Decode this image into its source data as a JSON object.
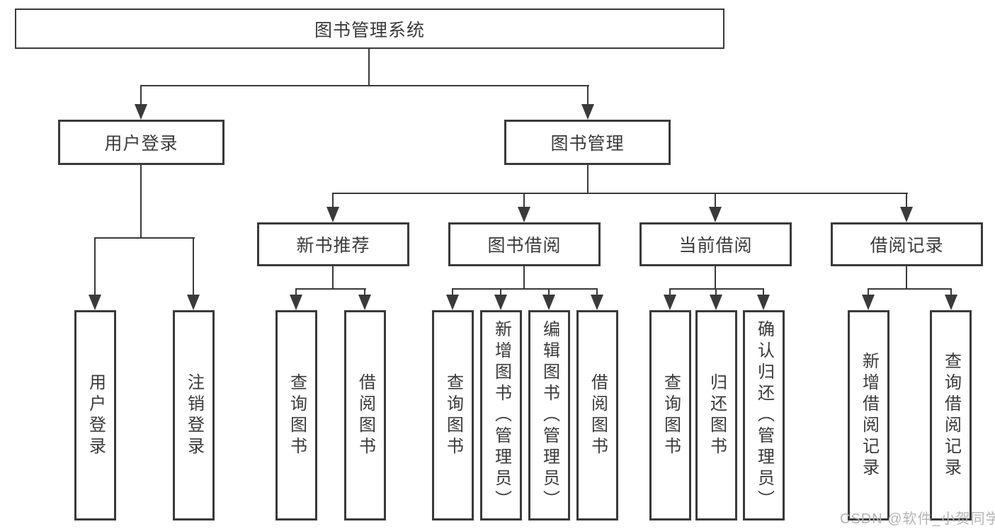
{
  "diagram_title": "图书管理系统",
  "tree": {
    "root": {
      "label": "图书管理系统"
    },
    "branches": [
      {
        "label": "用户登录",
        "children": [
          {
            "label": "用户登录"
          },
          {
            "label": "注销登录"
          }
        ]
      },
      {
        "label": "图书管理",
        "children": [
          {
            "label": "新书推荐",
            "children": [
              {
                "label": "查询图书"
              },
              {
                "label": "借阅图书"
              }
            ]
          },
          {
            "label": "图书借阅",
            "children": [
              {
                "label": "查询图书"
              },
              {
                "label": "新增图书（管理员）"
              },
              {
                "label": "编辑图书（管理员）"
              },
              {
                "label": "借阅图书"
              }
            ]
          },
          {
            "label": "当前借阅",
            "children": [
              {
                "label": "查询图书"
              },
              {
                "label": "归还图书"
              },
              {
                "label": "确认归还（管理员）"
              }
            ]
          },
          {
            "label": "借阅记录",
            "children": [
              {
                "label": "新增借阅记录"
              },
              {
                "label": "查询借阅记录"
              }
            ]
          }
        ]
      }
    ]
  },
  "watermark": "CSDN @软件_小贺同学",
  "colors": {
    "line": "#3a3a3a",
    "text": "#3a3a3a",
    "watermark": "#b3b3b3",
    "background": "#ffffff"
  }
}
